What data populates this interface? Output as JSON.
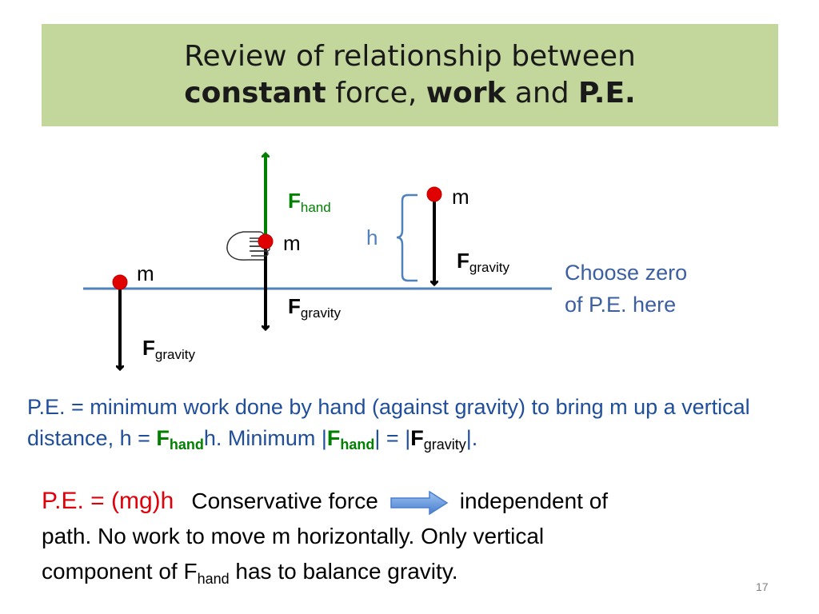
{
  "title": {
    "line1": "Review of relationship between",
    "w_constant": "constant",
    "w_force": " force, ",
    "w_work": "work",
    "w_and": " and ",
    "w_pe": "P.E."
  },
  "diagram": {
    "mass_label": "m",
    "force_letter": "F",
    "sub_hand": "hand",
    "sub_gravity": "gravity",
    "height_label": "h",
    "zero_note_line1": "Choose zero",
    "zero_note_line2": "of P.E. here"
  },
  "statement": {
    "part1": "P.E. = minimum work done by hand (against gravity) to bring m up a vertical distance, h = ",
    "f": "F",
    "hand": "hand",
    "part2": "h.  Minimum |",
    "part3": "| = |",
    "gravity": "gravity",
    "part4": "|."
  },
  "bottom": {
    "formula": "P.E. = (mg)h",
    "conservative": "Conservative force",
    "independent": "independent of",
    "line2": "path. No work to move m horizontally. Only vertical",
    "line3_pre": "component of F",
    "line3_sub": "hand",
    "line3_post": " has to balance gravity."
  },
  "slide_number": "17",
  "colors": {
    "title_bg": "#c3d69b",
    "green_arrow": "#008000",
    "zero_line": "#4f81bd",
    "mass_dot": "#e00000",
    "blue_text": "#1f4e9a",
    "red_text": "#e0000a"
  }
}
